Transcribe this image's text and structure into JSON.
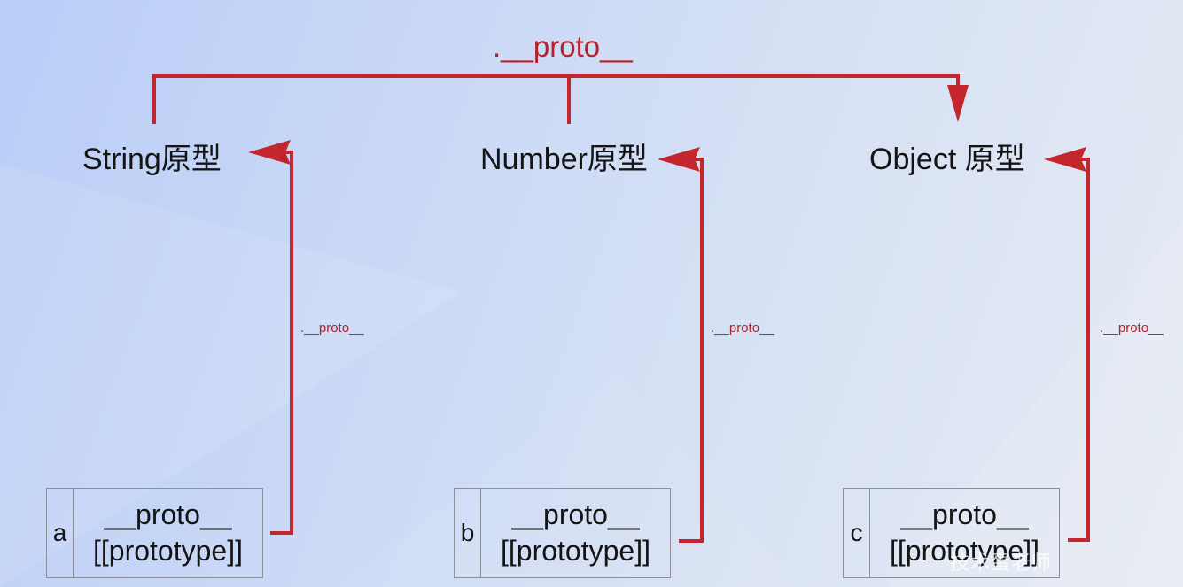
{
  "prototypes": {
    "string": "String原型",
    "number": "Number原型",
    "object": "Object 原型"
  },
  "top_arrow_label": ".__proto__",
  "side_arrow_label": ".__proto__",
  "objects": [
    {
      "var": "a",
      "slot1": "__proto__",
      "slot2": "[[prototype]]"
    },
    {
      "var": "b",
      "slot1": "__proto__",
      "slot2": "[[prototype]]"
    },
    {
      "var": "c",
      "slot1": "__proto__",
      "slot2": "[[prototype]]"
    }
  ],
  "watermark": "技术蛋老师",
  "colors": {
    "arrow": "#c4262e",
    "text": "#141414",
    "box_border": "#8a8f99"
  }
}
